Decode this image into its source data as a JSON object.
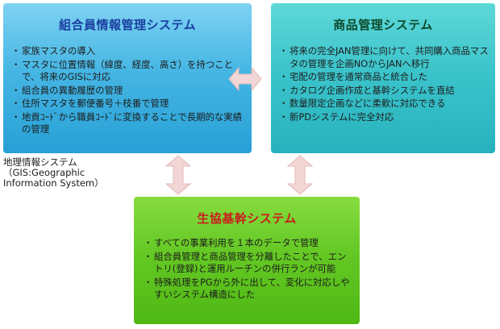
{
  "member_system": {
    "title": "組合員情報管理システム",
    "items": [
      "家族マスタの導入",
      "マスタに位置情報（緯度、経度、高さ）を持つことで、将来のGISに対応",
      "組合員の異動履歴の管理",
      "住所マスタを郵便番号＋枝番で管理",
      "地貢ｺｰﾄﾞから職員ｺｰﾄﾞに変換することで長期的な実績の管理"
    ]
  },
  "product_system": {
    "title": "商品管理システム",
    "items": [
      "将来の完全JAN管理に向けて、共同購入商品マスタの管理を企画NOからJANへ移行",
      "宅配の管理を通常商品と統合した",
      "カタログ企画作成と基幹システムを直結",
      "数量限定企画などに柔軟に対応できる",
      "新PDシステムに完全対応"
    ]
  },
  "core_system": {
    "title": "生協基幹システム",
    "items": [
      "すべての事業利用を１本のデータで管理",
      "組合員管理と商品管理を分離したことで、エントリ(登録)と運用ルーチンの併行ランが可能",
      "特殊処理をPGから外に出して、変化に対応しやすいシステム構造にした"
    ]
  },
  "gis_label": "地理情報システム\n（GIS:Geographic\nInformation System）",
  "colors": {
    "arrow_fill": "#f2d6d6",
    "arrow_stroke": "#e3b8b8"
  }
}
